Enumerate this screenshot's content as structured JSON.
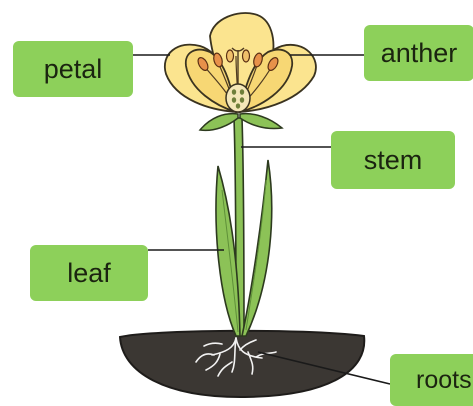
{
  "labels": {
    "petal": "petal",
    "anther": "anther",
    "stem": "stem",
    "leaf": "leaf",
    "roots": "roots"
  },
  "colors": {
    "label_bg": "#8dd05a",
    "petal": "#fbe48f",
    "leaf": "#8cc257",
    "soil": "#3b3733",
    "anther": "#e7914a"
  }
}
